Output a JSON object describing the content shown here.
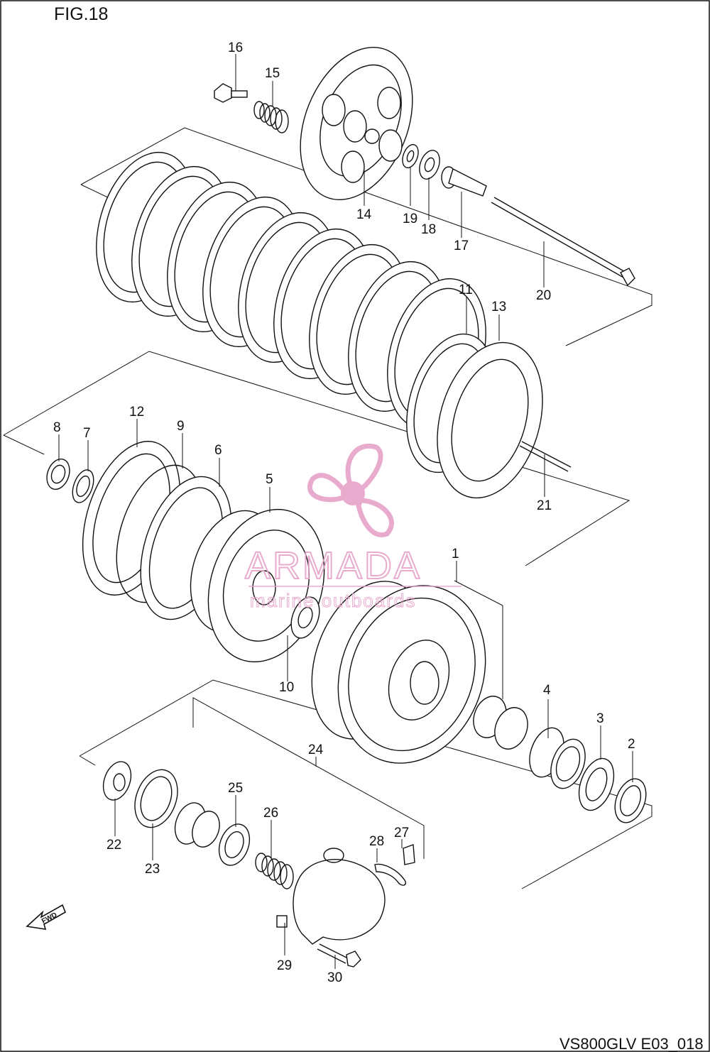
{
  "figure": {
    "title": "FIG.18",
    "code": "VS800GLV E03_018",
    "fwd_label": "FWD"
  },
  "watermark": {
    "brand": "ARMADA",
    "tagline": "marine outboards",
    "color": "#e6a3c9"
  },
  "callouts": [
    "1",
    "2",
    "3",
    "4",
    "5",
    "6",
    "7",
    "8",
    "9",
    "10",
    "11",
    "12",
    "13",
    "14",
    "15",
    "16",
    "17",
    "18",
    "19",
    "20",
    "21",
    "22",
    "23",
    "24",
    "25",
    "26",
    "27",
    "28",
    "29",
    "30"
  ]
}
